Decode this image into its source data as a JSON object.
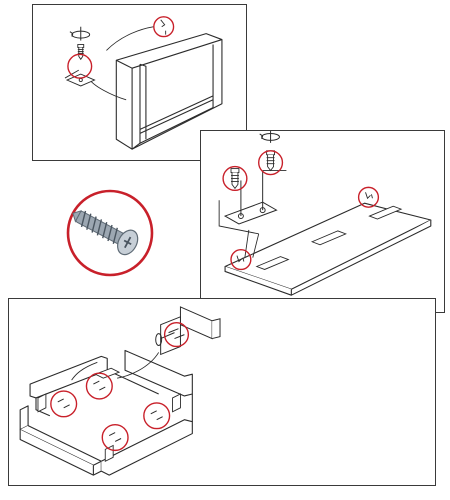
{
  "figure": {
    "kind": "assembly-instructions",
    "steps": [
      "fasten-top-panel",
      "fasten-base-board",
      "fasten-drawer-frame"
    ],
    "icons": {
      "screwdriver": "screwdriver-icon",
      "screw": "screw-icon",
      "bracket": "bracket-icon"
    },
    "colors": {
      "line": "#2b2b2b",
      "callout_ring": "#c8202a",
      "panel_border": "#3a3a3a",
      "background": "#ffffff"
    }
  }
}
